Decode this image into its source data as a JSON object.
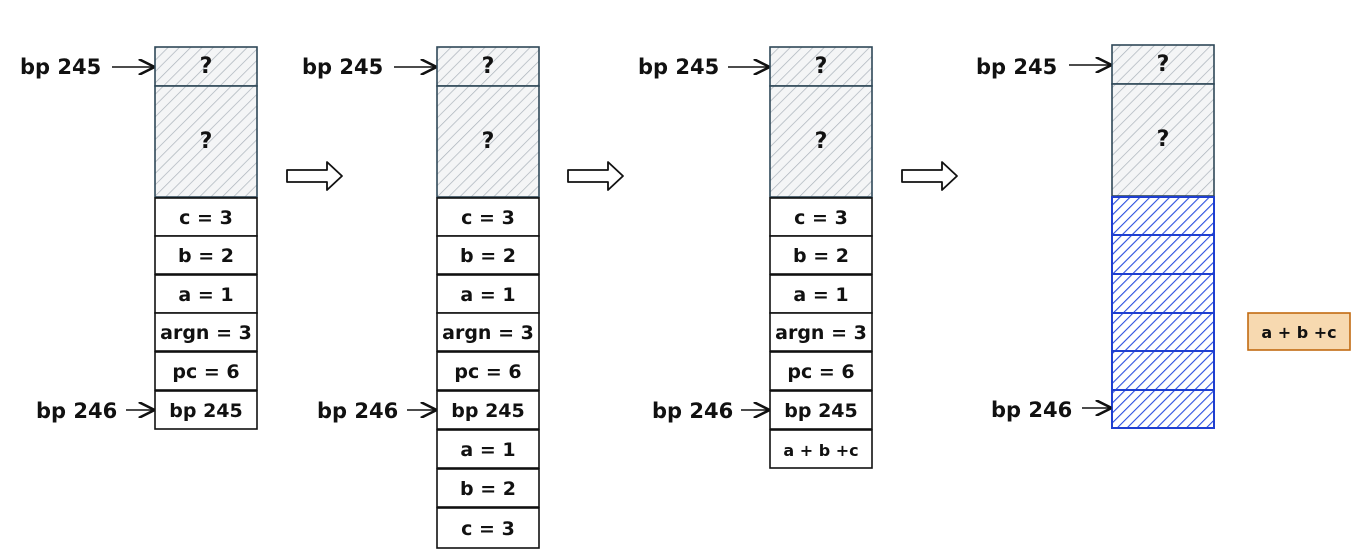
{
  "stacks": [
    {
      "top_pointer": "bp 245",
      "bottom_pointer": "bp 246",
      "unknown_top": "?",
      "unknown_big": "?",
      "cells": [
        "c = 3",
        "b = 2",
        "a = 1",
        "argn = 3",
        "pc = 6",
        "bp 245"
      ]
    },
    {
      "top_pointer": "bp 245",
      "bottom_pointer": "bp 246",
      "unknown_top": "?",
      "unknown_big": "?",
      "cells": [
        "c = 3",
        "b = 2",
        "a = 1",
        "argn = 3",
        "pc = 6",
        "bp 245",
        "a = 1",
        "b = 2",
        "c = 3"
      ]
    },
    {
      "top_pointer": "bp 245",
      "bottom_pointer": "bp 246",
      "unknown_top": "?",
      "unknown_big": "?",
      "cells": [
        "c = 3",
        "b = 2",
        "a = 1",
        "argn = 3",
        "pc = 6",
        "bp 245",
        "a + b +c"
      ]
    },
    {
      "top_pointer": "bp 245",
      "bottom_pointer": "bp 246",
      "unknown_top": "?",
      "unknown_big": "?",
      "cells": [
        "",
        "",
        "",
        "",
        "",
        ""
      ],
      "freed": true,
      "result": "a + b +c"
    }
  ],
  "colors": {
    "unknown_fill": "#d0d4d9",
    "unknown_stroke": "#2f4858",
    "freed_stroke": "#1f3fd0",
    "result_fill": "#f7d9b0",
    "result_stroke": "#c26a12"
  }
}
